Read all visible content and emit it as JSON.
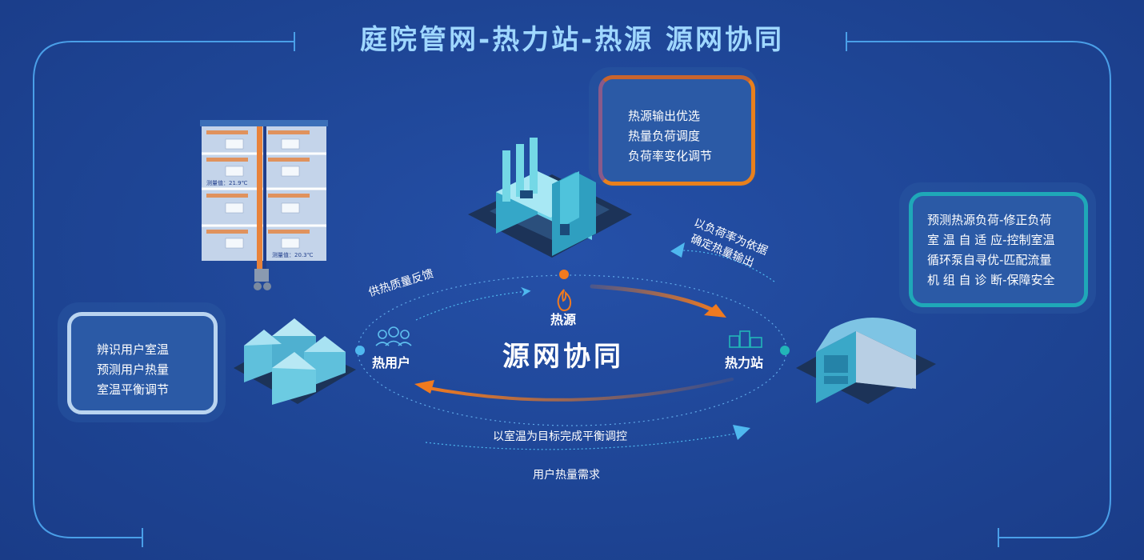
{
  "title": "庭院管网-热力站-热源  源网协同",
  "center_label": "源网协同",
  "nodes": {
    "source": "热源",
    "station": "热力站",
    "user": "热用户"
  },
  "cards": {
    "source": [
      "热源输出优选",
      "热量负荷调度",
      "负荷率变化调节"
    ],
    "station": [
      "预测热源负荷-修正负荷",
      "室 温 自 适 应-控制室温",
      "循环泵自寻优-匹配流量",
      "机 组 自 诊 断-保障安全"
    ],
    "user": [
      "辨识用户室温",
      "预测用户热量",
      "室温平衡调节"
    ]
  },
  "flows": {
    "feedback": "供热质量反馈",
    "load_rate_1": "以负荷率为依据",
    "load_rate_2": "确定热量输出",
    "balance": "以室温为目标完成平衡调控",
    "demand": "用户热量需求"
  },
  "building_readings": {
    "floor2": "测量值：21.9℃",
    "floor4": "测量值：20.3℃"
  },
  "colors": {
    "background": "#1e4595",
    "frame": "#4a9fe8",
    "orange_arrow": "#f07a1f",
    "blue_arrow": "#4fb8ef",
    "title": "#9fd7ff"
  }
}
